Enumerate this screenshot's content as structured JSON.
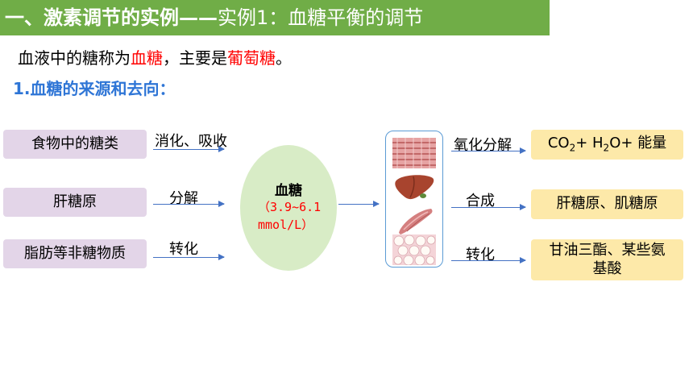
{
  "title": {
    "main": "一、激素调节的实例——",
    "sub": "实例1：血糖平衡的调节"
  },
  "intro": {
    "prefix": "血液中的糖称为",
    "term1": "血糖",
    "middle": "，主要是",
    "term2": "葡萄糖",
    "suffix": "。"
  },
  "subheading": "1.血糖的来源和去向：",
  "sources": [
    {
      "label": "食物中的糖类",
      "process": "消化、吸收"
    },
    {
      "label": "肝糖原",
      "process": "分解"
    },
    {
      "label": "脂肪等非糖物质",
      "process": "转化"
    }
  ],
  "center": {
    "name": "血糖",
    "range": "（3.9~6.1 mmol/L）"
  },
  "organs": [
    "muscle-tissue-icon",
    "liver-icon",
    "muscle-icon",
    "fat-tissue-icon"
  ],
  "destinations": [
    {
      "process": "氧化分解",
      "co2": "CO",
      "co2_sub": "2",
      "plus1": "+ H",
      "h2o_sub": "2",
      "h2o_rest": "O+ 能量"
    },
    {
      "process": "合成",
      "label": "肝糖原、肌糖原"
    },
    {
      "process": "转化",
      "label": "甘油三酯、某些氨基酸"
    }
  ],
  "colors": {
    "title_bg": "#70ad47",
    "source_box": "#e3d5e8",
    "dest_box": "#fde9a9",
    "center_fill": "#d8ecc6",
    "arrow": "#4472c4",
    "highlight": "#ff0000",
    "subheading": "#2e75d6"
  }
}
